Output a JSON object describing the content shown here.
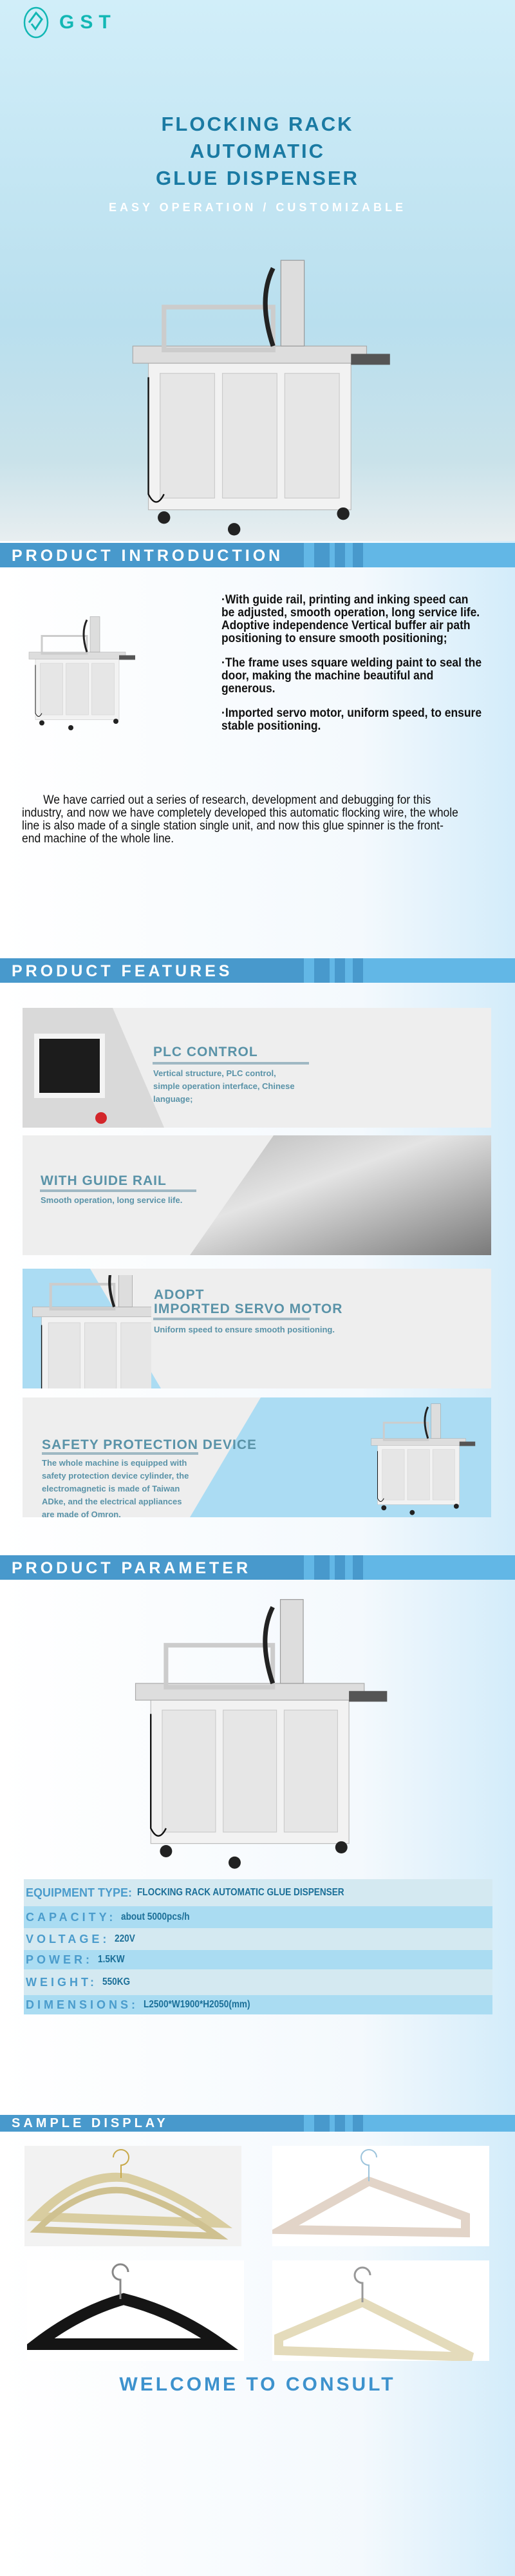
{
  "brand": {
    "logo_text": "GST"
  },
  "hero": {
    "title_lines": [
      "FLOCKING RACK",
      "AUTOMATIC",
      "GLUE DISPENSER"
    ],
    "subtitle": "EASY OPERATION / CUSTOMIZABLE"
  },
  "sections": {
    "introduction": "PRODUCT INTRODUCTION",
    "features": "PRODUCT FEATURES",
    "parameter": "PRODUCT PARAMETER",
    "samples": "SAMPLE DISPLAY"
  },
  "introduction": {
    "bullets": [
      "·With guide rail, printing and inking speed can be adjusted, smooth operation, long service life. Adoptive independence Vertical buffer air path positioning to ensure smooth positioning;",
      "·The frame uses square welding paint to seal the door, making the machine beautiful and generous.",
      "·Imported servo motor, uniform speed, to ensure stable positioning."
    ],
    "paragraph": "We have carried out a series of research, development and debugging for this industry, and now we have completely developed this automatic flocking wire, the whole line is also made of a single station single unit, and now this glue spinner is the front-end machine of the whole line."
  },
  "features": [
    {
      "title": "PLC CONTROL",
      "desc": "Vertical structure, PLC control, simple operation interface, Chinese language;"
    },
    {
      "title": "WITH GUIDE RAIL",
      "desc": "Smooth operation, long service life."
    },
    {
      "title": "ADOPT IMPORTED SERVO MOTOR",
      "title_line1": "ADOPT",
      "title_line2": "IMPORTED SERVO MOTOR",
      "desc": "Uniform speed to ensure smooth positioning."
    },
    {
      "title": "SAFETY PROTECTION DEVICE",
      "desc": "The whole machine is equipped with safety protection device cylinder, the electromagnetic is made of Taiwan ADke, and the electrical appliances are made of Omron."
    }
  ],
  "parameters": [
    {
      "label": "EQUIPMENT TYPE:",
      "value": "FLOCKING RACK AUTOMATIC GLUE DISPENSER"
    },
    {
      "label": "CAPACITY:",
      "value": "about 5000pcs/h"
    },
    {
      "label": "VOLTAGE:",
      "value": "220V"
    },
    {
      "label": "POWER:",
      "value": "1.5KW"
    },
    {
      "label": "WEIGHT:",
      "value": "550KG"
    },
    {
      "label": "DIMENSIONS:",
      "value": "L2500*W1900*H2050(mm)"
    }
  ],
  "footer": {
    "welcome": "WELCOME TO CONSULT"
  },
  "colors": {
    "accent": "#4899cc",
    "title": "#1a7aa3",
    "logo": "#12b7b4",
    "feature_text": "#5a93a8"
  }
}
